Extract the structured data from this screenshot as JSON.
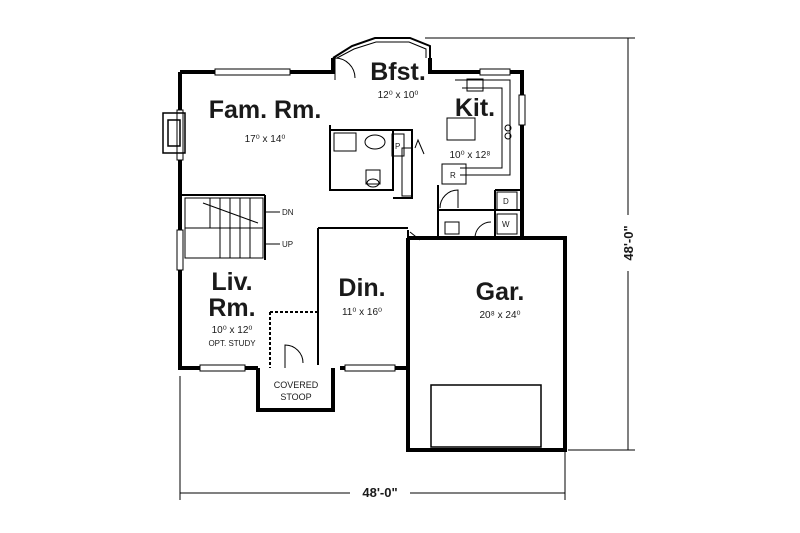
{
  "rooms": {
    "fam_rm": {
      "name": "Fam. Rm.",
      "dim": "17⁰ x 14⁰"
    },
    "bfst": {
      "name": "Bfst.",
      "dim": "12⁰ x 10⁰"
    },
    "kit": {
      "name": "Kit.",
      "dim": "10⁰ x 12⁸"
    },
    "liv_rm": {
      "name_line1": "Liv.",
      "name_line2": "Rm.",
      "dim": "10⁰ x 12⁰",
      "note": "OPT. STUDY"
    },
    "din": {
      "name": "Din.",
      "dim": "11⁰ x 16⁰"
    },
    "gar": {
      "name": "Gar.",
      "dim": "20⁸ x 24⁰"
    },
    "stoop": {
      "line1": "COVERED",
      "line2": "STOOP"
    }
  },
  "markers": {
    "dn": "DN",
    "up": "UP",
    "pantry": "P",
    "refrigerator": "R",
    "dryer": "D",
    "washer": "W"
  },
  "overall": {
    "width": "48'-0\"",
    "depth": "48'-0\""
  }
}
